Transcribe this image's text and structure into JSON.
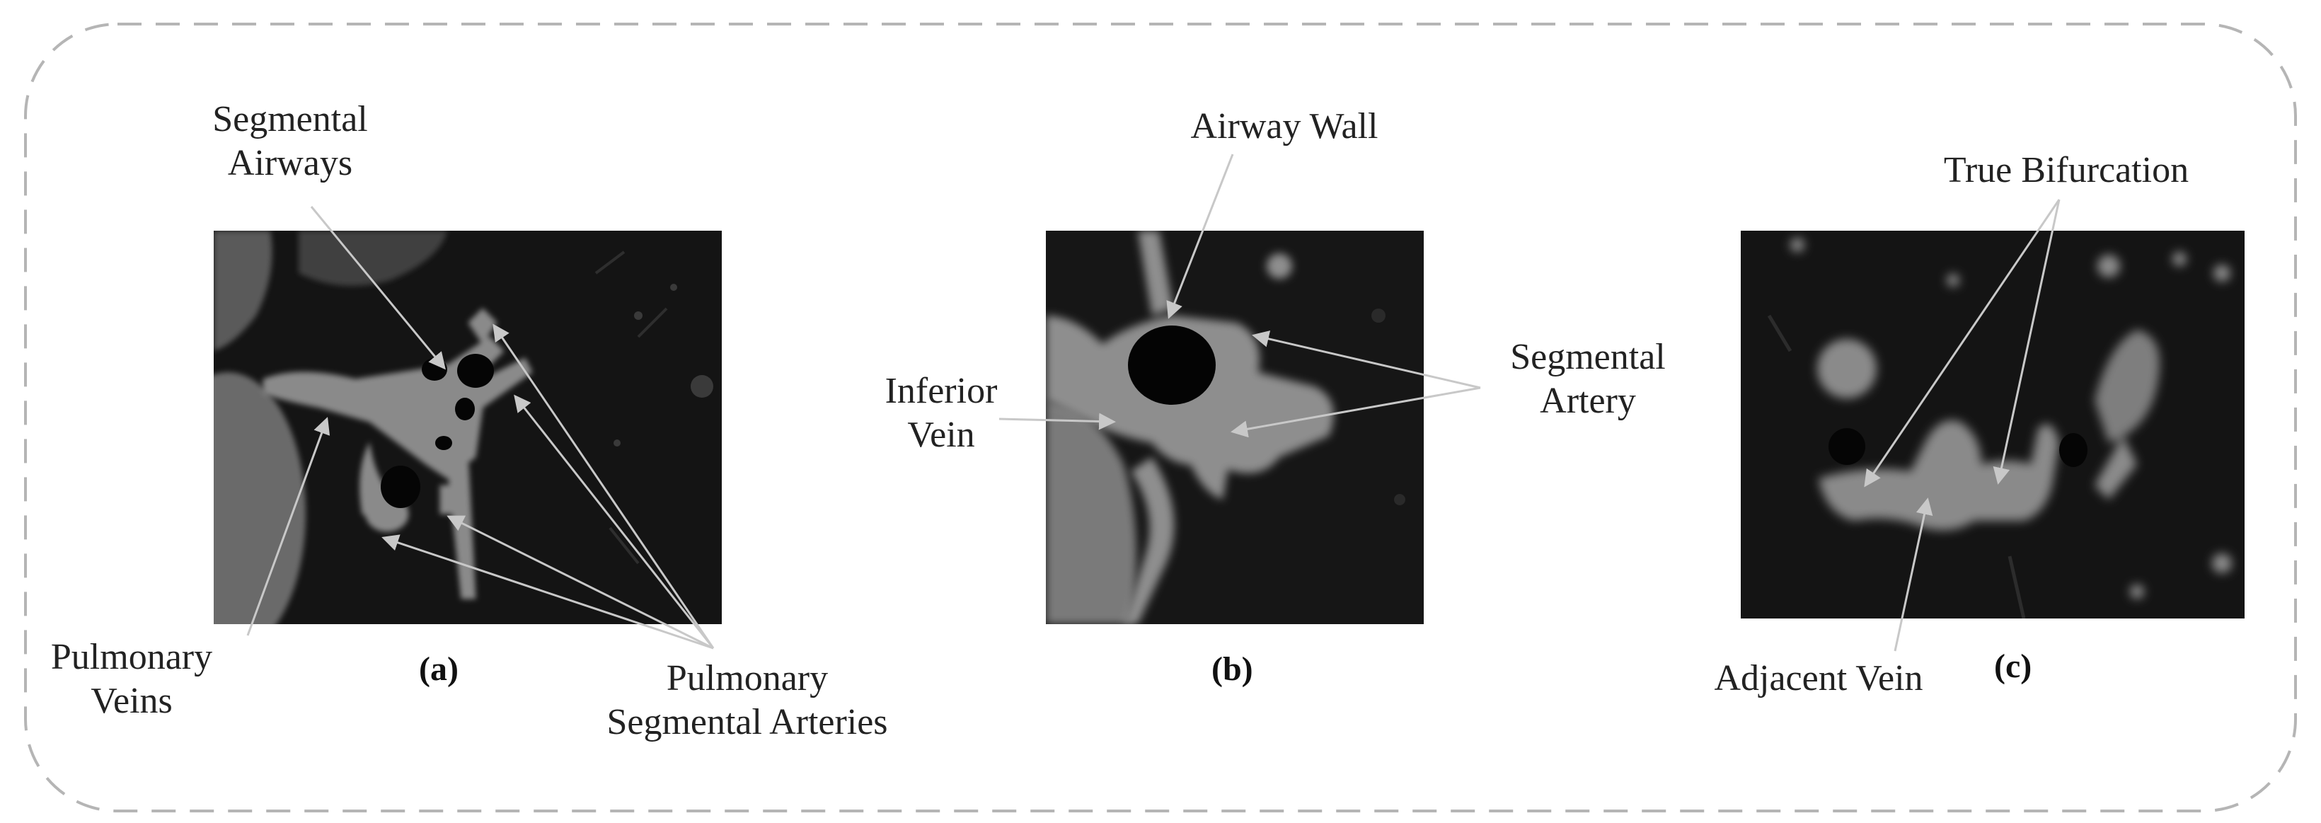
{
  "colors": {
    "scan_background": "#141414",
    "tissue": "#8a8a8a",
    "airway": "#050505",
    "arrow": "#bdbdbd",
    "border_dash": "#b5b5b5",
    "text": "#222222"
  },
  "panels": {
    "a": {
      "caption": "(a)",
      "labels": {
        "segmental_airways_line1": "Segmental",
        "segmental_airways_line2": "Airways",
        "pulmonary_veins_line1": "Pulmonary",
        "pulmonary_veins_line2": "Veins",
        "pulmonary_arteries_line1": "Pulmonary",
        "pulmonary_arteries_line2": "Segmental Arteries"
      }
    },
    "b": {
      "caption": "(b)",
      "labels": {
        "airway_wall": "Airway Wall",
        "inferior_vein_line1": "Inferior",
        "inferior_vein_line2": "Vein",
        "segmental_artery_line1": "Segmental",
        "segmental_artery_line2": "Artery"
      }
    },
    "c": {
      "caption": "(c)",
      "labels": {
        "true_bifurcation": "True Bifurcation",
        "adjacent_vein": "Adjacent Vein"
      }
    }
  }
}
